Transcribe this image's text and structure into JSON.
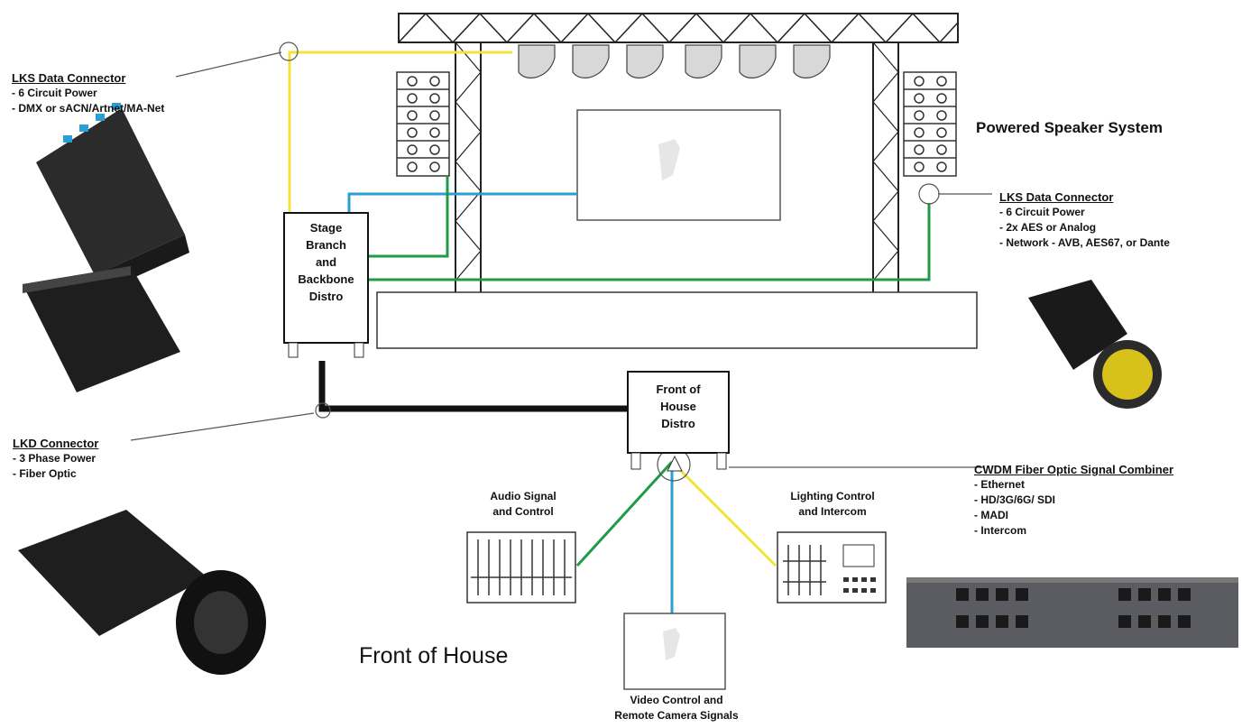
{
  "lks_left": {
    "heading": "LKS Data Connector",
    "items": [
      "- 6 Circuit Power",
      "- DMX or sACN/Artnet/MA-Net"
    ]
  },
  "lks_right": {
    "heading": "LKS Data Connector",
    "items": [
      "- 6 Circuit Power",
      "- 2x AES or Analog",
      "- Network - AVB, AES67, or Dante"
    ]
  },
  "lkd": {
    "heading": "LKD Connector",
    "items": [
      "- 3 Phase Power",
      "- Fiber Optic"
    ]
  },
  "cwdm": {
    "heading": "CWDM Fiber Optic Signal Combiner",
    "items": [
      "- Ethernet",
      "- HD/3G/6G/ SDI",
      "- MADI",
      "- Intercom"
    ]
  },
  "powered_speaker": "Powered Speaker System",
  "stage_distro": [
    "Stage",
    "Branch",
    "and",
    "Backbone",
    "Distro"
  ],
  "foh_distro": [
    "Front of",
    "House",
    "Distro"
  ],
  "audio": [
    "Audio Signal",
    "and Control"
  ],
  "lighting": [
    "Lighting Control",
    "and Intercom"
  ],
  "video": [
    "Video Control and",
    "Remote Camera Signals"
  ],
  "front_of_house": "Front of House",
  "colors": {
    "yellow": "#f2e23a",
    "blue": "#2a9fd6",
    "green": "#1f9a45",
    "black": "#111111"
  }
}
